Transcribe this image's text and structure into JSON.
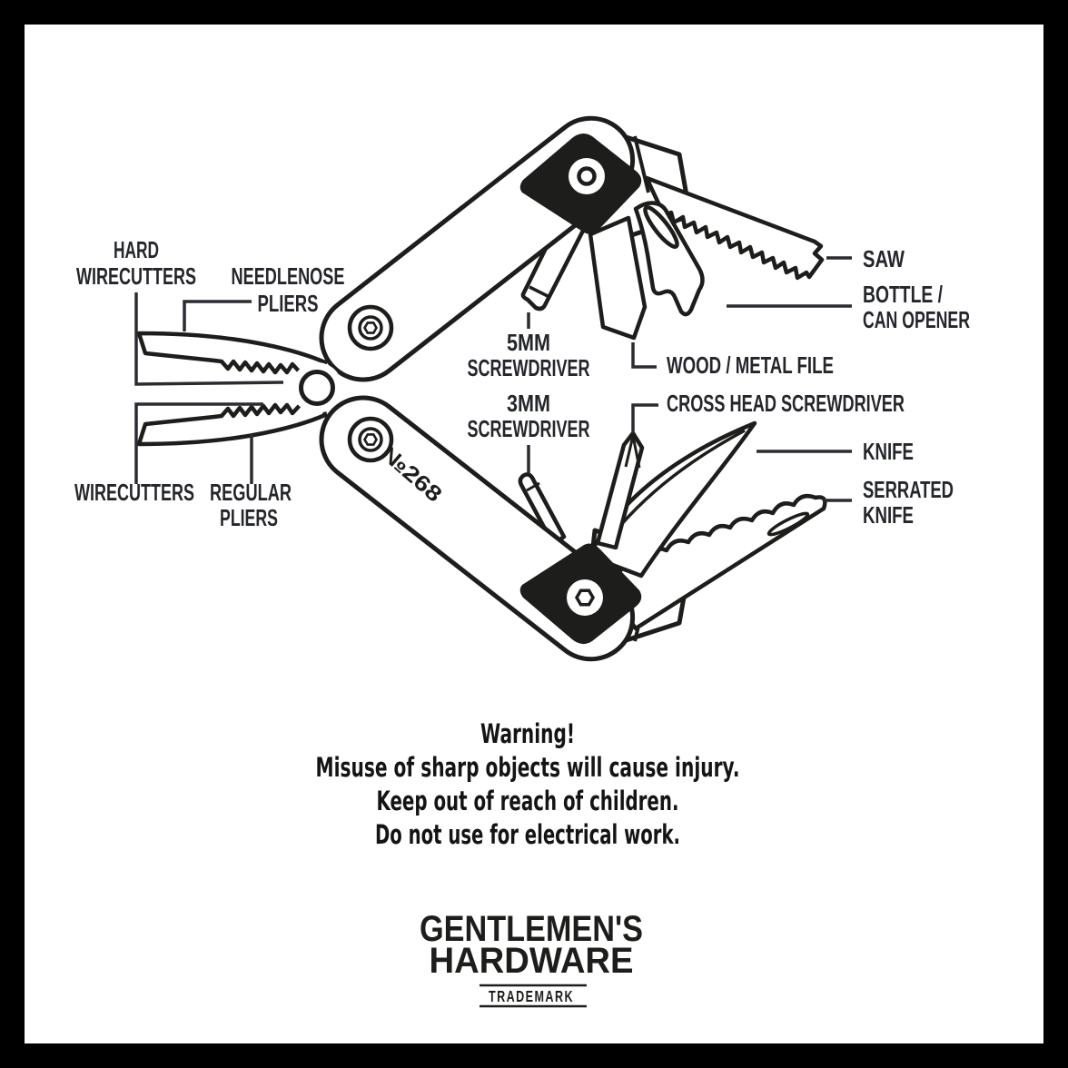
{
  "poster": {
    "tool_number": "№268",
    "labels": {
      "hard_wirecutters_1": "HARD",
      "hard_wirecutters_2": "WIRECUTTERS",
      "needlenose_pliers_1": "NEEDLENOSE",
      "needlenose_pliers_2": "PLIERS",
      "wirecutters": "WIRECUTTERS",
      "regular_pliers_1": "REGULAR",
      "regular_pliers_2": "PLIERS",
      "screwdriver_5mm_1": "5MM",
      "screwdriver_5mm_2": "SCREWDRIVER",
      "screwdriver_3mm_1": "3MM",
      "screwdriver_3mm_2": "SCREWDRIVER",
      "saw": "SAW",
      "bottle_can_opener_1": "BOTTLE /",
      "bottle_can_opener_2": "CAN OPENER",
      "wood_metal_file": "WOOD / METAL FILE",
      "cross_head_screwdriver": "CROSS HEAD SCREWDRIVER",
      "knife": "KNIFE",
      "serrated_knife_1": "SERRATED",
      "serrated_knife_2": "KNIFE"
    },
    "warning": {
      "line1": "Warning!",
      "line2": "Misuse of sharp objects will cause injury.",
      "line3": "Keep out of reach of children.",
      "line4": "Do not use for electrical work."
    },
    "brand": {
      "name_line1": "GENTLEMEN'S",
      "name_line2": "HARDWARE",
      "tagline": "TRADEMARK"
    },
    "colors": {
      "ink": "#1d1d1b",
      "background": "#ffffff",
      "frame": "#000000"
    }
  }
}
